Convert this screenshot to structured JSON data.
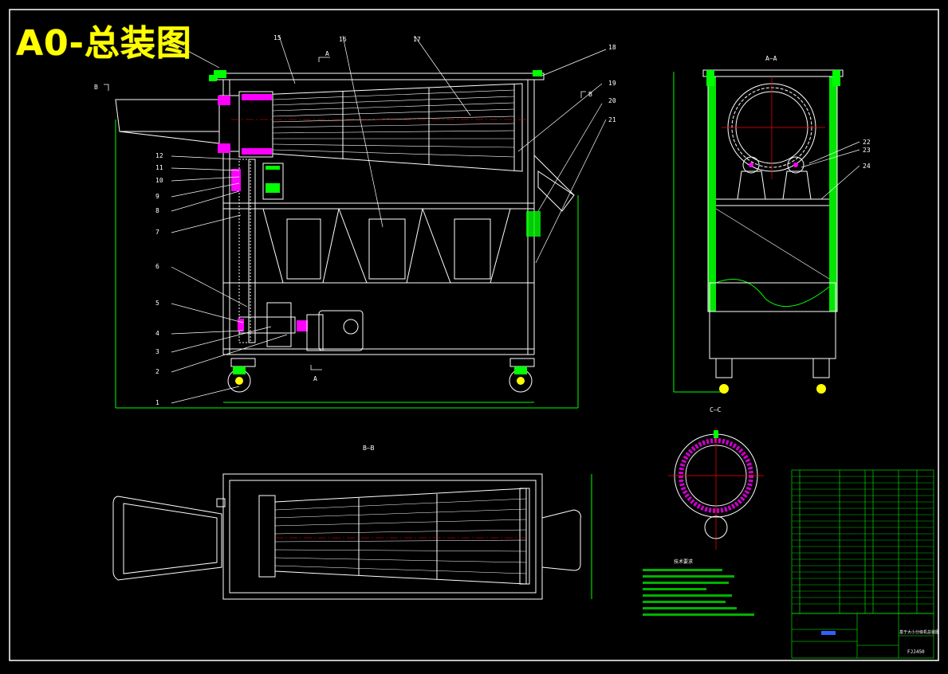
{
  "title": "A0-总装图",
  "views": {
    "front": {
      "section_a": "A",
      "section_b": "B"
    },
    "aa": {
      "label": "A—A"
    },
    "bb": {
      "label": "B—B"
    },
    "cc": {
      "label": "C—C"
    }
  },
  "balloons_left": [
    "12",
    "11",
    "10",
    "9",
    "8",
    "7",
    "6",
    "5",
    "4",
    "3",
    "2",
    "1"
  ],
  "balloons_top": [
    "15",
    "16",
    "17",
    "18"
  ],
  "balloons_right": [
    "19",
    "20",
    "21"
  ],
  "balloons_aa": [
    "22",
    "23",
    "24"
  ],
  "title_block": {
    "drawing_number": "FJJ450",
    "product_name": "基于大小分级机总装图"
  },
  "notes_heading": "技术要求",
  "colors": {
    "background": "#000000",
    "outline": "#ffffff",
    "title": "#ffff00",
    "hatch": "#00ff00",
    "centerline": "#ff0000",
    "dimension": "#00ff00",
    "parts": "#ff00ff"
  }
}
